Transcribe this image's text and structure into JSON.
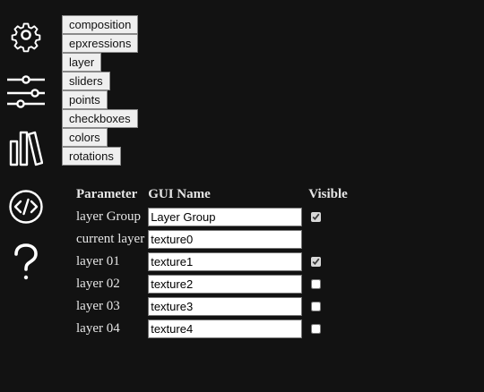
{
  "sidebar": {
    "icons": [
      {
        "name": "settings-icon"
      },
      {
        "name": "sliders-icon"
      },
      {
        "name": "library-icon"
      },
      {
        "name": "code-icon"
      },
      {
        "name": "help-icon"
      }
    ],
    "help_glyph": "?"
  },
  "tabs": [
    {
      "label": "composition"
    },
    {
      "label": "epxressions"
    },
    {
      "label": "layer"
    },
    {
      "label": "sliders"
    },
    {
      "label": "points"
    },
    {
      "label": "checkboxes"
    },
    {
      "label": "colors"
    },
    {
      "label": "rotations"
    }
  ],
  "table": {
    "headers": {
      "parameter": "Parameter",
      "gui_name": "GUI Name",
      "visible": "Visible"
    },
    "rows": [
      {
        "parameter": "layer Group",
        "gui_name": "Layer Group",
        "visible": true,
        "has_checkbox": true
      },
      {
        "parameter": "current layer",
        "gui_name": "texture0",
        "visible": false,
        "has_checkbox": false
      },
      {
        "parameter": "layer 01",
        "gui_name": "texture1",
        "visible": true,
        "has_checkbox": true
      },
      {
        "parameter": "layer 02",
        "gui_name": "texture2",
        "visible": false,
        "has_checkbox": true
      },
      {
        "parameter": "layer 03",
        "gui_name": "texture3",
        "visible": false,
        "has_checkbox": true
      },
      {
        "parameter": "layer 04",
        "gui_name": "texture4",
        "visible": false,
        "has_checkbox": true
      }
    ]
  },
  "colors": {
    "background": "#121212",
    "icon": "#ffffff",
    "text": "#e6e6e6"
  }
}
